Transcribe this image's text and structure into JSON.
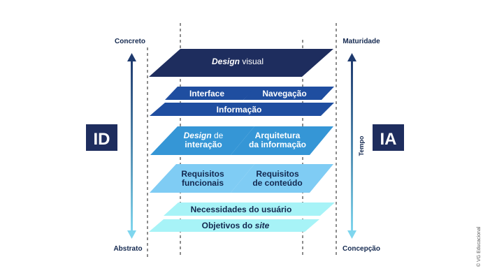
{
  "left_axis": {
    "top": "Concreto",
    "bottom": "Abstrato",
    "badge": "ID"
  },
  "right_axis": {
    "top": "Maturidade",
    "bottom": "Concepção",
    "badge": "IA",
    "side": "Tempo"
  },
  "layers": {
    "design_visual": {
      "italic": "Design",
      "rest": " visual"
    },
    "interface": "Interface",
    "navegacao": "Navegação",
    "informacao": "Informação",
    "design_interacao": {
      "line1_italic": "Design",
      "line1_rest": " de",
      "line2": "interação"
    },
    "arquitetura": {
      "line1": "Arquitetura",
      "line2": "da informação"
    },
    "req_funcionais": {
      "line1": "Requisitos",
      "line2": "funcionais"
    },
    "req_conteudo": {
      "line1": "Requisitos",
      "line2": "de conteúdo"
    },
    "necessidades": "Necessidades do usuário",
    "objetivos": {
      "rest": "Objetivos do ",
      "italic": "site"
    }
  },
  "credit": "© VG Educacional",
  "colors": {
    "navy": "#1e2d5e",
    "blue_dark": "#1f4ea0",
    "blue_mid": "#3596d6",
    "blue_light": "#7fccf4",
    "cyan_light": "#a7f3f7",
    "text_dark": "#13284f"
  }
}
